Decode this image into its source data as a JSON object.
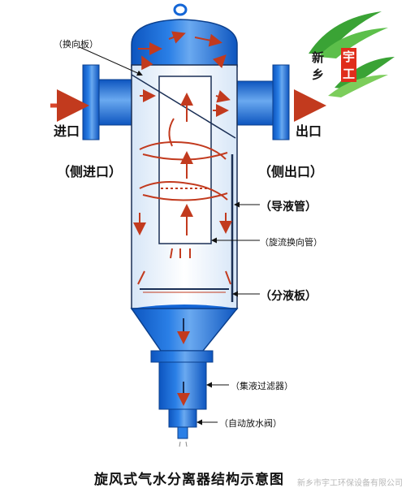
{
  "labels": {
    "deflector": "（换向板）",
    "inlet": "进口",
    "outlet": "出口",
    "side_inlet": "（侧进口）",
    "side_outlet": "（侧出口）",
    "guide_tube": "（导液管）",
    "swirl_tube": "（旋流换向管）",
    "separator_plate": "（分液板）",
    "filter": "（集液过滤器）",
    "drain_valve": "（自动放水阀）"
  },
  "title": "旋风式气水分离器结构示意图",
  "logo": {
    "prefix": "新乡",
    "brand": "宇工"
  },
  "watermark": "新乡市宇工环保设备有限公司",
  "colors": {
    "vessel_blue": "#1466d6",
    "vessel_light": "#9fc4ec",
    "body_white": "#ffffff",
    "flow_red": "#c23a1e",
    "arrow_red": "#d9452a",
    "logo_red": "#e02d1b",
    "logo_green": "#3aa335"
  }
}
